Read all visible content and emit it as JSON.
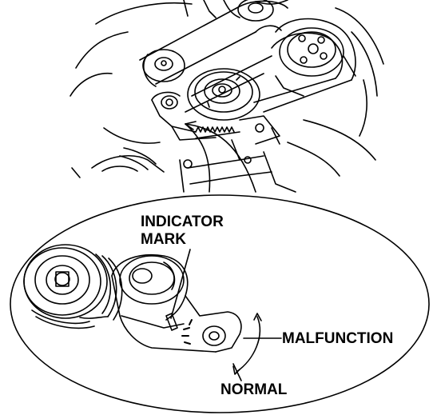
{
  "labels": {
    "indicator_mark_line1": "INDICATOR",
    "indicator_mark_line2": "MARK",
    "malfunction": "MALFUNCTION",
    "normal": "NORMAL"
  },
  "colors": {
    "line": "#000000",
    "background": "#ffffff"
  }
}
